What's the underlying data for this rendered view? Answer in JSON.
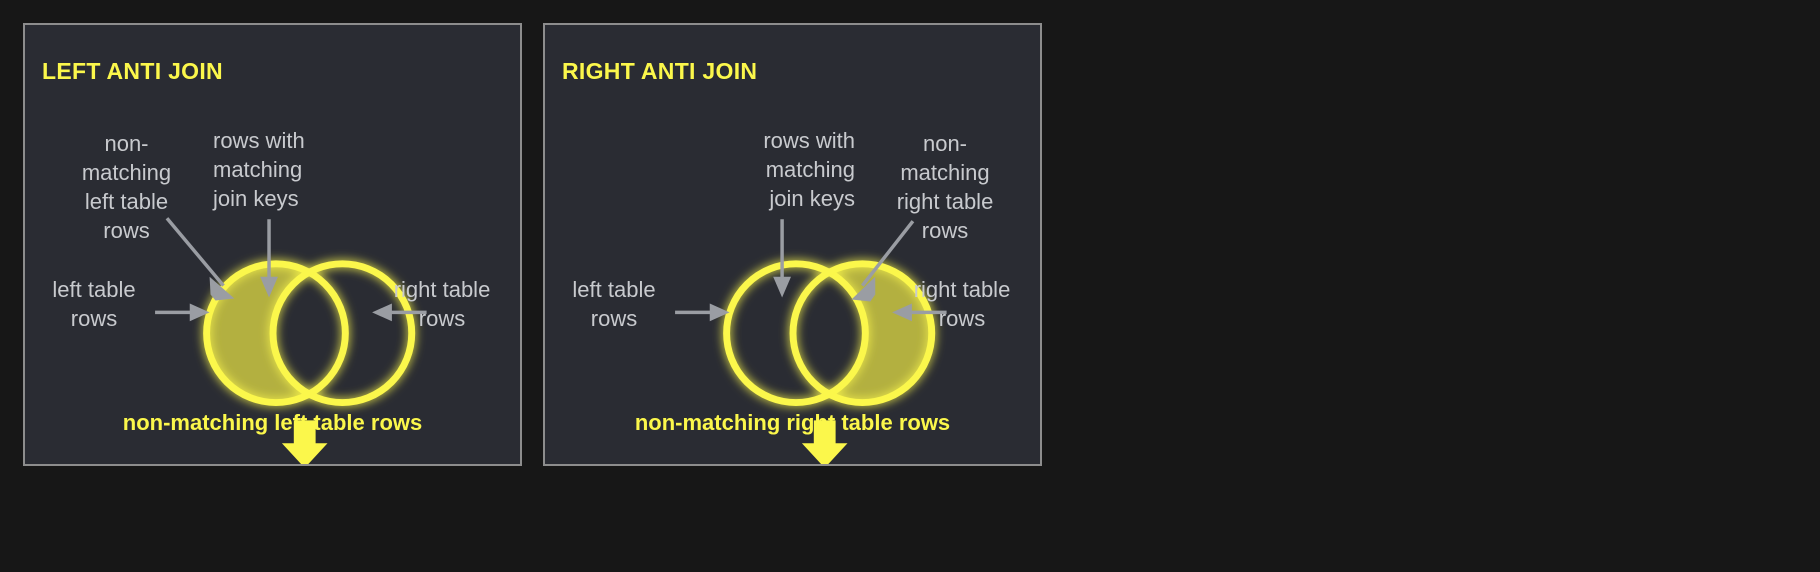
{
  "theme": {
    "page_background": "#171717",
    "panel_background": "#2a2c33",
    "panel_border": "#8d8d8d",
    "accent_yellow": "#fbf74b",
    "fill_yellow": "#b3b040",
    "annotation_gray": "#c8cace",
    "arrow_gray": "#9a9da3"
  },
  "panels": [
    {
      "id": "left-anti-join",
      "title": "LEFT ANTI JOIN",
      "caption": "non-matching left table rows",
      "highlight": "left-circle-minus-intersection",
      "annotations": {
        "top_left": "non-\nmatching\nleft table\nrows",
        "top_center": "rows with\nmatching\njoin keys",
        "mid_left": "left table\nrows",
        "mid_right": "right table\nrows"
      }
    },
    {
      "id": "right-anti-join",
      "title": "RIGHT ANTI JOIN",
      "caption": "non-matching right table rows",
      "highlight": "right-circle-minus-intersection",
      "annotations": {
        "top_center": "rows with\nmatching\njoin keys",
        "top_right": "non-\nmatching\nright table\nrows",
        "mid_left": "left table\nrows",
        "mid_right": "right table\nrows"
      }
    }
  ]
}
